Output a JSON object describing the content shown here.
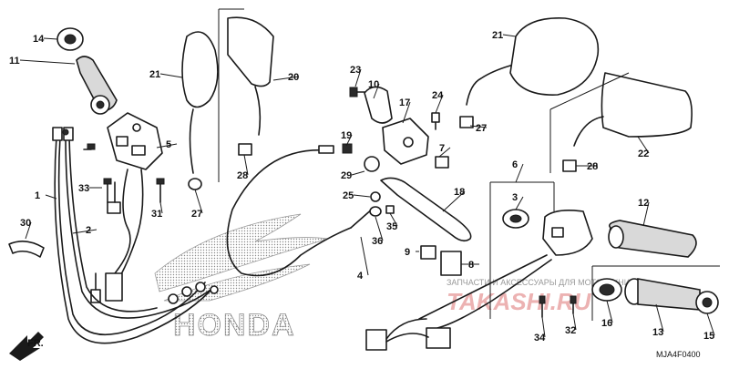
{
  "labels": [
    "14",
    "11",
    "21",
    "20",
    "23",
    "10",
    "17",
    "24",
    "27",
    "5",
    "19",
    "7",
    "29",
    "33",
    "31",
    "27",
    "28",
    "25",
    "18",
    "1",
    "2",
    "30",
    "35",
    "36",
    "4",
    "9",
    "8",
    "21",
    "22",
    "6",
    "3",
    "28",
    "12",
    "16",
    "13",
    "15",
    "34",
    "32"
  ],
  "diagram_code": "MJA4F0400",
  "front_marker": "FR.",
  "brand_wordmark": "HONDA",
  "watermark": {
    "text": "ЗАПЧАСТИ И АКСЕССУАРЫ ДЛЯ МОТОТЕХНИКИ",
    "logo_text": "TAKASHI.RU"
  },
  "colors": {
    "ink": "#1a1a1a",
    "watermark_red": "#e8a0a0",
    "watermark_gray": "#999999",
    "wordmark_dots": "#8a8a8a"
  }
}
